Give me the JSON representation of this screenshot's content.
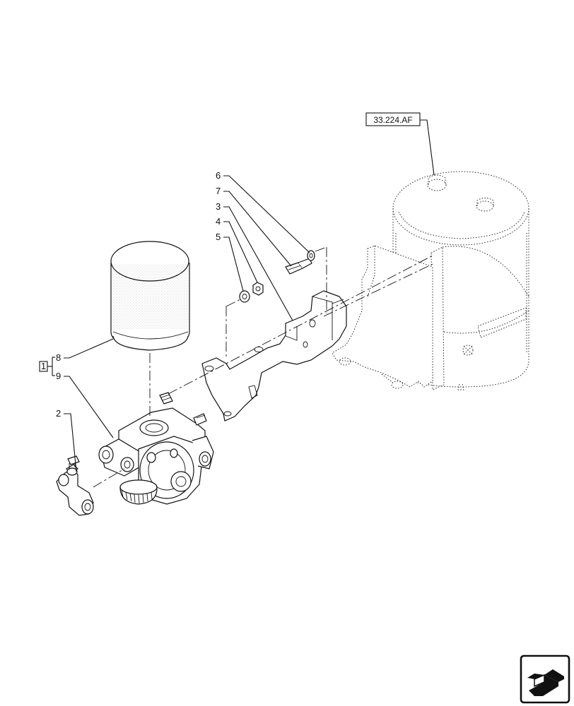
{
  "reference": {
    "label": "33.224.AF"
  },
  "callouts": {
    "c1": "1",
    "c2": "2",
    "c3": "3",
    "c4": "4",
    "c5": "5",
    "c6": "6",
    "c7": "7",
    "c8": "8",
    "c9": "9"
  },
  "nav_icon": {
    "name": "next-page-arrow-icon"
  }
}
